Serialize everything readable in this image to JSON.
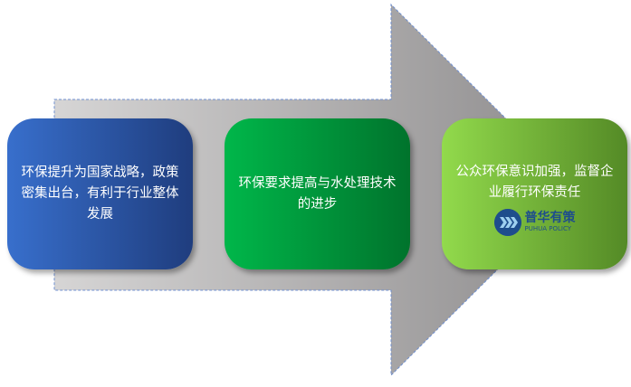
{
  "steps": [
    {
      "text": "环保提升为国家战略，政策密集出台，有利于行业整体发展"
    },
    {
      "text": "环保要求提高与水处理技术的进步"
    },
    {
      "text": "公众环保意识加强，监督企业履行环保责任"
    }
  ],
  "logo": {
    "name_cn": "普华有策",
    "name_en": "PUHUA POLICY"
  },
  "colors": {
    "step1": "#386fcc",
    "step2": "#00b74a",
    "step3": "#92da4c",
    "arrow": "#b0afaf"
  }
}
